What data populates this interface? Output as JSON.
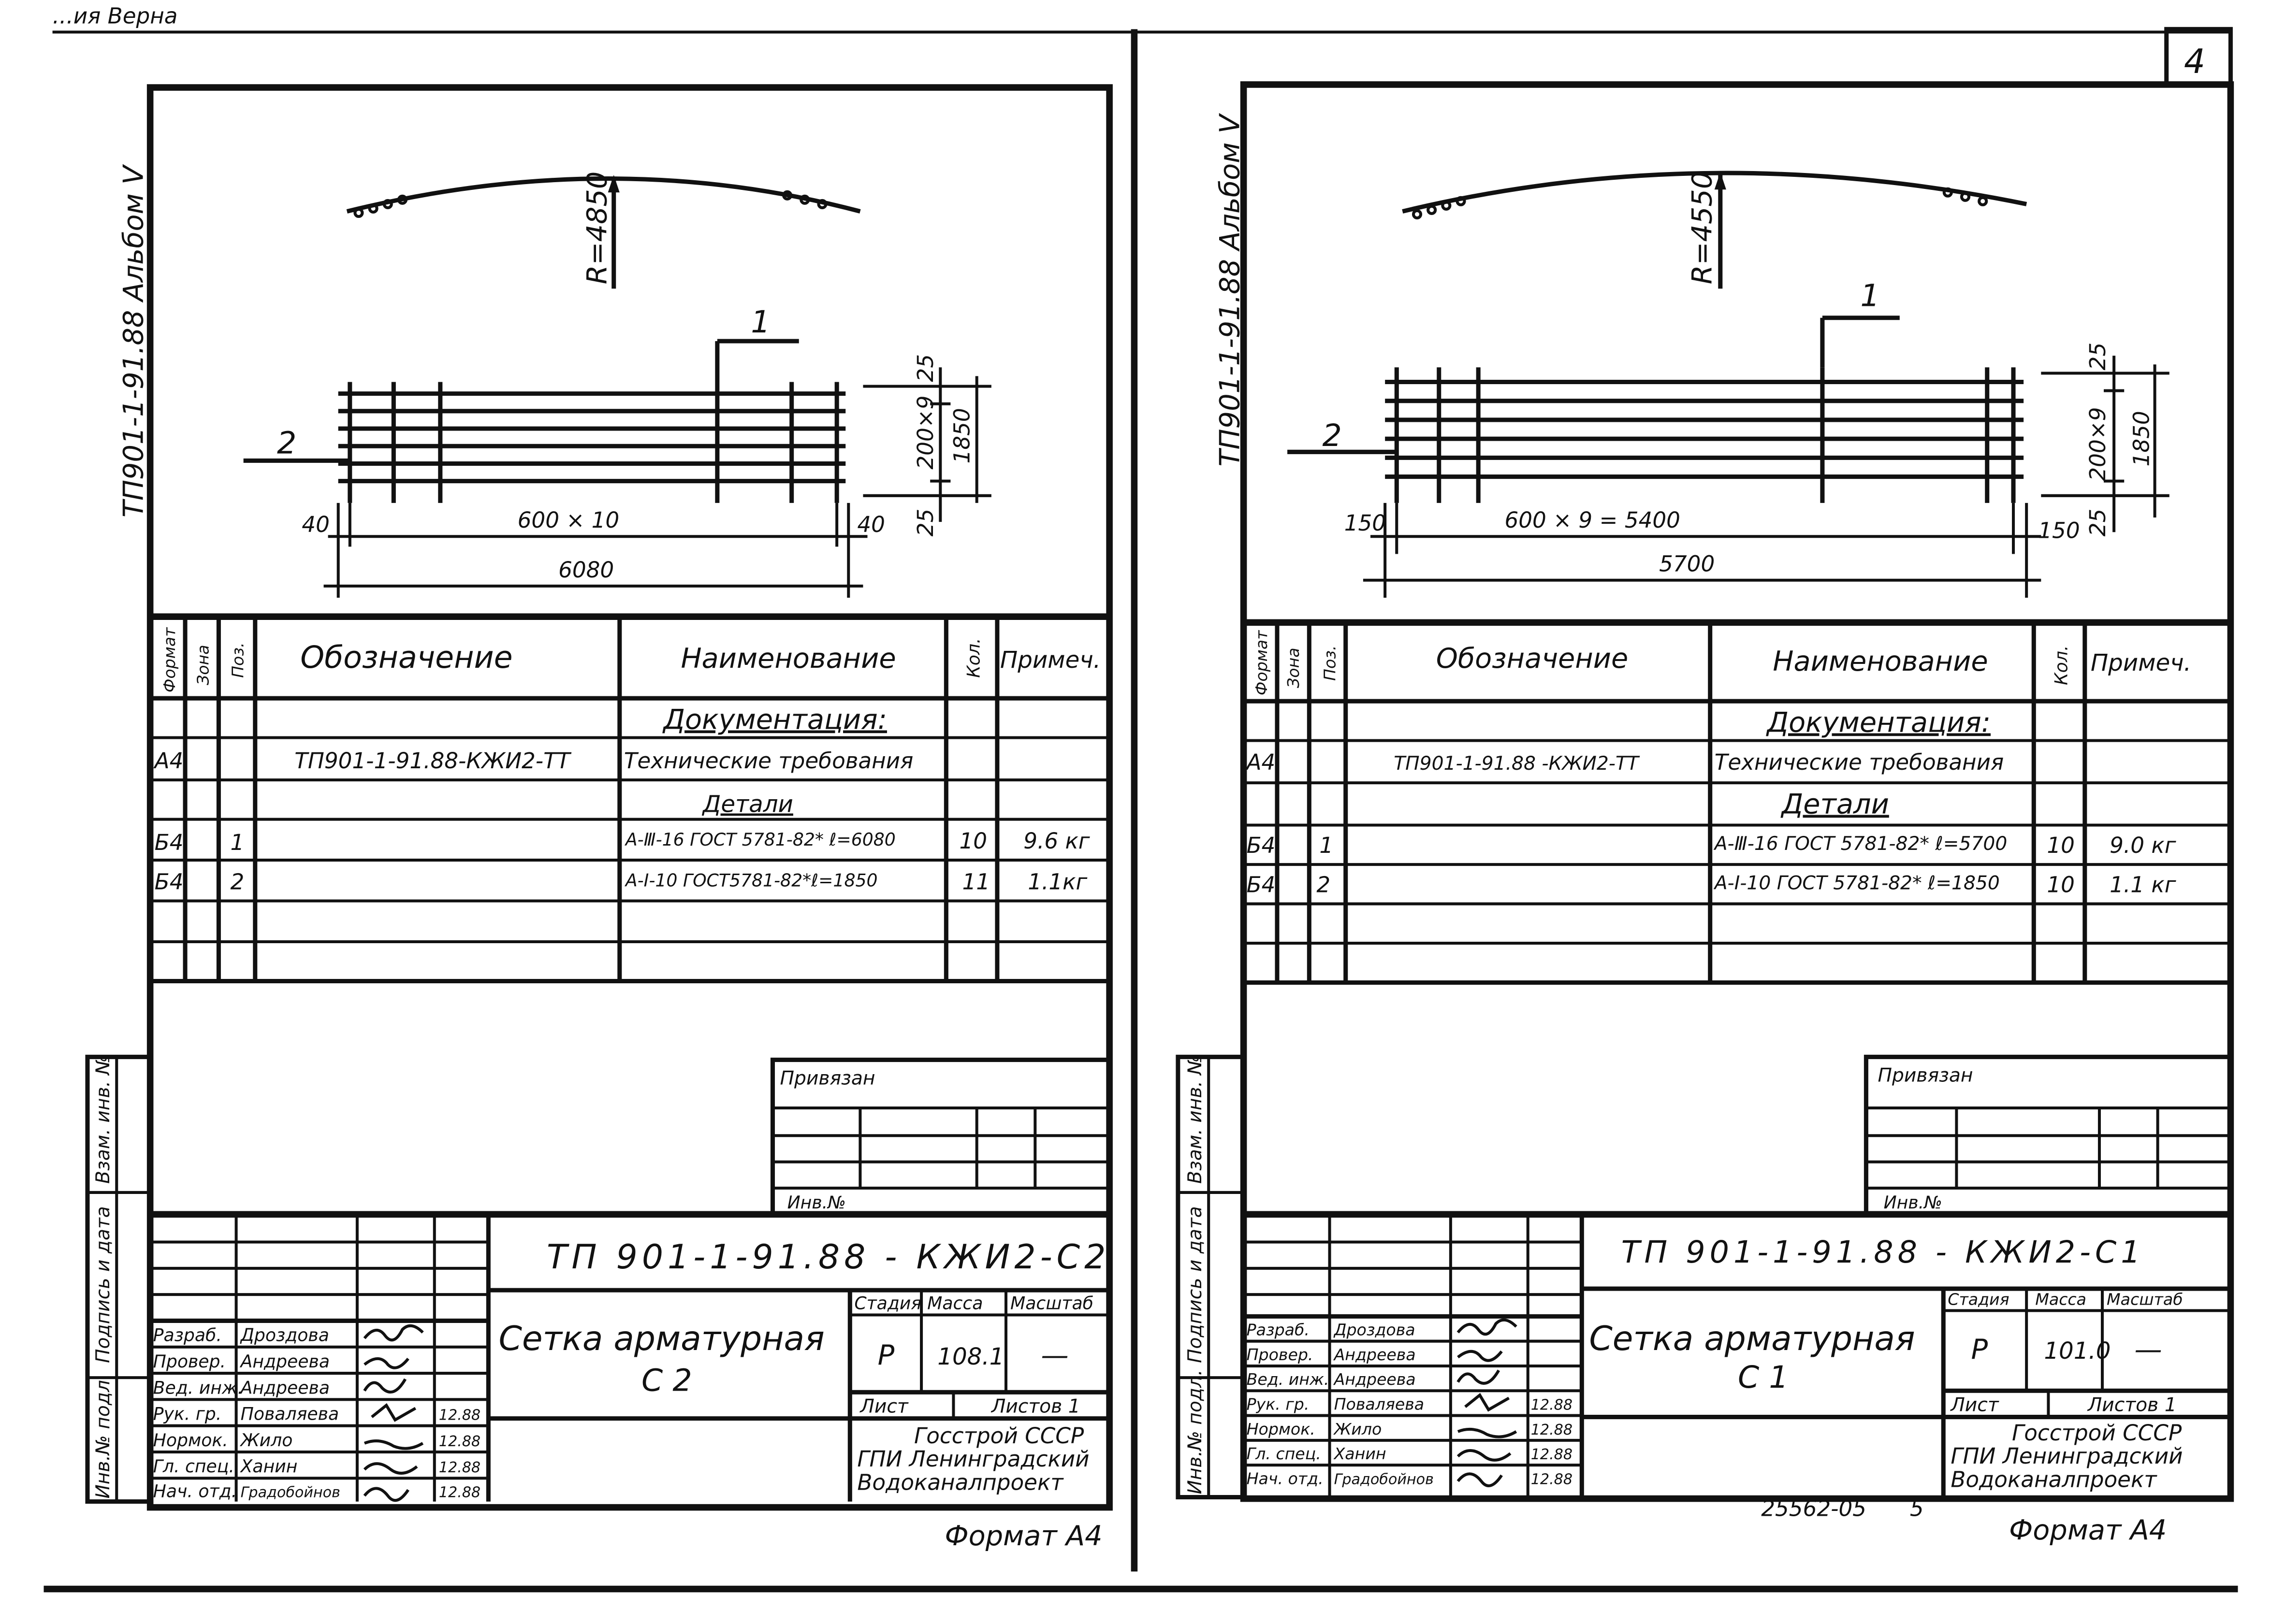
{
  "top_stamp": "...ия Верна",
  "page_number": "4",
  "left_sheet": {
    "album_label": "ТП901-1-91.88 Альбом V",
    "radius": "R=4850",
    "pos1": "1",
    "pos2": "2",
    "dim_left": "40",
    "dim_right": "40",
    "dim_span": "600 × 10",
    "dim_total": "6080",
    "dim_top": "25",
    "dim_mid": "200×9",
    "dim_bottom": "25",
    "dim_height": "1850",
    "spec": {
      "headers": {
        "format": "Формат",
        "zone": "Зона",
        "pos": "Поз.",
        "designation": "Обозначение",
        "name": "Наименование",
        "qty": "Кол.",
        "note": "Примеч."
      },
      "rows": [
        {
          "format": "",
          "pos": "",
          "designation": "",
          "name": "Документация:",
          "qty": "",
          "note": ""
        },
        {
          "format": "А4",
          "pos": "",
          "designation": "ТП901-1-91.88-КЖИ2-ТТ",
          "name": "Технические требования",
          "qty": "",
          "note": ""
        },
        {
          "format": "",
          "pos": "",
          "designation": "",
          "name": "Детали",
          "qty": "",
          "note": ""
        },
        {
          "format": "Б4",
          "pos": "1",
          "designation": "",
          "name": "А-Ⅲ-16 ГОСТ 5781-82* ℓ=6080",
          "qty": "10",
          "note": "9.6 кг"
        },
        {
          "format": "Б4",
          "pos": "2",
          "designation": "",
          "name": "А-Ⅰ-10 ГОСТ5781-82*ℓ=1850",
          "qty": "11",
          "note": "1.1кг"
        }
      ]
    },
    "side_labels": [
      "Взам. инв. №",
      "Подпись и дата",
      "Инв.№ подл."
    ],
    "privyazan": "Привязан",
    "inv_no": "Инв.№",
    "code": "ТП 901-1-91.88 - КЖИ2-С2",
    "title_line1": "Сетка арматурная",
    "title_line2": "С 2",
    "stage_label": "Стадия",
    "mass_label": "Масса",
    "scale_label": "Масштаб",
    "stage": "Р",
    "mass": "108.1",
    "scale": "—",
    "sheet_label": "Лист",
    "sheets_label": "Листов 1",
    "org_lines": [
      "Госстрой СССР",
      "ГПИ Ленинградский",
      "Водоканалпроект"
    ],
    "roles": [
      {
        "role": "Разраб.",
        "name": "Дроздова",
        "date": ""
      },
      {
        "role": "Провер.",
        "name": "Андреева",
        "date": ""
      },
      {
        "role": "Вед. инж.",
        "name": "Андреева",
        "date": ""
      },
      {
        "role": "Рук. гр.",
        "name": "Поваляева",
        "date": "12.88"
      },
      {
        "role": "Нормок.",
        "name": "Жило",
        "date": "12.88"
      },
      {
        "role": "Гл. спец.",
        "name": "Ханин",
        "date": "12.88"
      },
      {
        "role": "Нач. отд.",
        "name": "Градобойнов",
        "date": "12.88"
      }
    ],
    "format": "Формат А4"
  },
  "right_sheet": {
    "album_label": "ТП901-1-91.88 Альбом V",
    "radius": "R=4550",
    "pos1": "1",
    "pos2": "2",
    "dim_left": "150",
    "dim_right": "150",
    "dim_span": "600 × 9 = 5400",
    "dim_total": "5700",
    "dim_top": "25",
    "dim_mid": "200×9",
    "dim_bottom": "25",
    "dim_height": "1850",
    "spec": {
      "headers": {
        "format": "Формат",
        "zone": "Зона",
        "pos": "Поз.",
        "designation": "Обозначение",
        "name": "Наименование",
        "qty": "Кол.",
        "note": "Примеч."
      },
      "rows": [
        {
          "format": "",
          "pos": "",
          "designation": "",
          "name": "Документация:",
          "qty": "",
          "note": ""
        },
        {
          "format": "А4",
          "pos": "",
          "designation": "ТП901-1-91.88 -КЖИ2-ТТ",
          "name": "Технические требования",
          "qty": "",
          "note": ""
        },
        {
          "format": "",
          "pos": "",
          "designation": "",
          "name": "Детали",
          "qty": "",
          "note": ""
        },
        {
          "format": "Б4",
          "pos": "1",
          "designation": "",
          "name": "А-Ⅲ-16 ГОСТ 5781-82* ℓ=5700",
          "qty": "10",
          "note": "9.0 кг"
        },
        {
          "format": "Б4",
          "pos": "2",
          "designation": "",
          "name": "А-Ⅰ-10 ГОСТ 5781-82* ℓ=1850",
          "qty": "10",
          "note": "1.1 кг"
        }
      ]
    },
    "side_labels": [
      "Взам. инв. №",
      "Подпись и дата",
      "Инв.№ подл."
    ],
    "privyazan": "Привязан",
    "inv_no": "Инв.№",
    "code": "ТП 901-1-91.88 - КЖИ2-С1",
    "title_line1": "Сетка арматурная",
    "title_line2": "С 1",
    "stage_label": "Стадия",
    "mass_label": "Масса",
    "scale_label": "Масштаб",
    "stage": "Р",
    "mass": "101.0",
    "scale": "—",
    "sheet_label": "Лист",
    "sheets_label": "Листов 1",
    "org_lines": [
      "Госстрой СССР",
      "ГПИ Ленинградский",
      "Водоканалпроект"
    ],
    "roles": [
      {
        "role": "Разраб.",
        "name": "Дроздова",
        "date": ""
      },
      {
        "role": "Провер.",
        "name": "Андреева",
        "date": ""
      },
      {
        "role": "Вед. инж.",
        "name": "Андреева",
        "date": ""
      },
      {
        "role": "Рук. гр.",
        "name": "Поваляева",
        "date": "12.88"
      },
      {
        "role": "Нормок.",
        "name": "Жило",
        "date": "12.88"
      },
      {
        "role": "Гл. спец.",
        "name": "Ханин",
        "date": "12.88"
      },
      {
        "role": "Нач. отд.",
        "name": "Градобойнов",
        "date": "12.88"
      }
    ],
    "doc_number": "25562-05",
    "doc_sub": "5",
    "format": "Формат А4"
  }
}
